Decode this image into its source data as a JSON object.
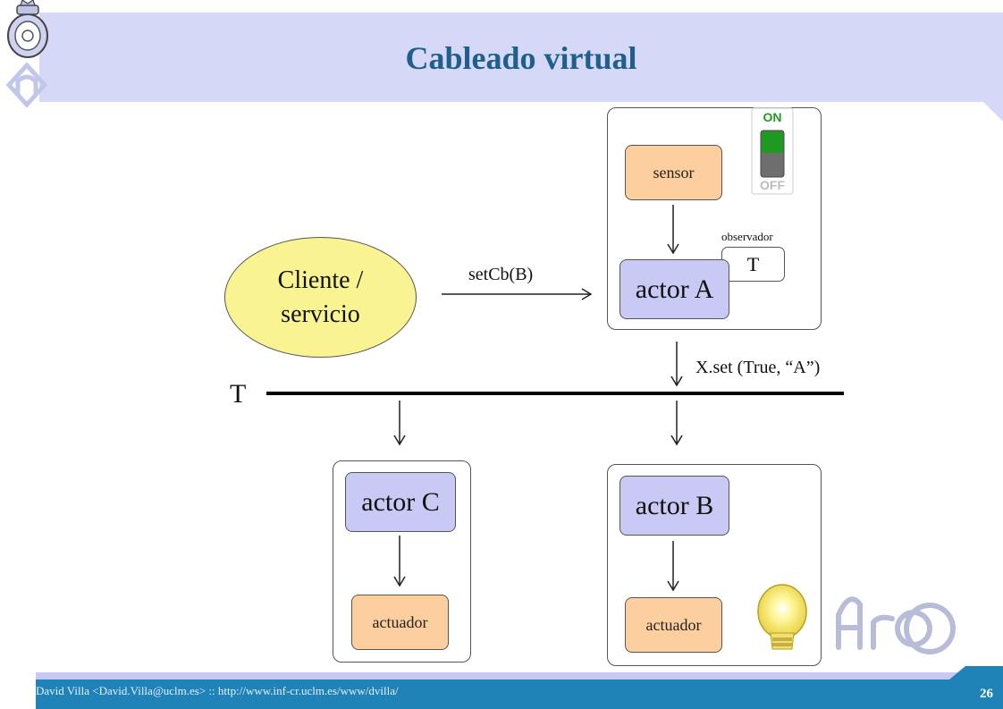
{
  "slide": {
    "title": "Cableado virtual",
    "page_number": "26",
    "footer": "David Villa <David.Villa@uclm.es> :: http://www.inf-cr.uclm.es/www/dvilla/"
  },
  "diagram": {
    "client_line1": "Cliente /",
    "client_line2": "servicio",
    "set_callback_label": "setCb(B)",
    "set_call_label": "X.set (True, “A”)",
    "bus_label": "T",
    "sensor_label": "sensor",
    "observer_label": "observador",
    "observer_type": "T",
    "actor_a": "actor A",
    "actor_b": "actor B",
    "actor_c": "actor C",
    "actuator_b": "actuador",
    "actuator_c": "actuador",
    "switch_on": "ON",
    "switch_off": "OFF"
  },
  "colors": {
    "header": "#d6d8f8",
    "title": "#1f5f8b",
    "actor": "#c8c9f4",
    "small_box": "#fecf9e",
    "client": "#faf392",
    "footer": "#1f83b7",
    "switch_green": "#1e9b1e"
  },
  "icons": [
    "university-crest-icon",
    "building-logo-icon",
    "power-switch-icon",
    "light-bulb-icon",
    "arco-logo-icon"
  ]
}
